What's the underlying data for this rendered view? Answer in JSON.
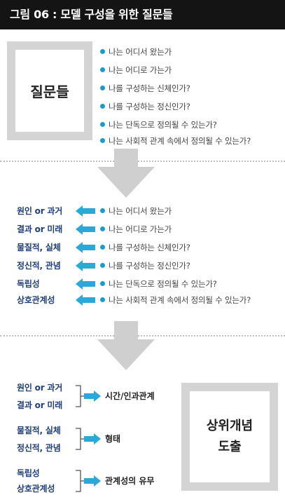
{
  "header": {
    "title": "그림 06 : 모델 구성을 위한 질문들"
  },
  "top_box": {
    "label": "질문들"
  },
  "questions": [
    "나는 어디서 왔는가",
    "나는 어디로 가는가",
    "나를 구성하는 신체인가?",
    "나를 구성하는 정신인가?",
    "나는 단독으로 정의될 수 있는가?",
    "나는 사회적 관계 속에서 정의될 수 있는가?"
  ],
  "mapped_labels": [
    "원인 or 과거",
    "결과 or 미래",
    "물질적, 실체",
    "정신적, 관념",
    "독립성",
    "상호관계성"
  ],
  "groups": [
    {
      "labels": [
        "원인 or 과거",
        "결과 or 미래"
      ],
      "result": "시간/인과관계"
    },
    {
      "labels": [
        "물질적, 실체",
        "정신적, 관념"
      ],
      "result": "형태"
    },
    {
      "labels": [
        "독립성",
        "상호관계성"
      ],
      "result": "관계성의 유무"
    }
  ],
  "bottom_box": {
    "line1": "상위개념",
    "line2": "도출"
  },
  "colors": {
    "accent": "#1a9bd0",
    "arrow": "#2aa8d8",
    "label": "#1e3f7a",
    "box": "#d4d4d4",
    "header": "#141414"
  }
}
